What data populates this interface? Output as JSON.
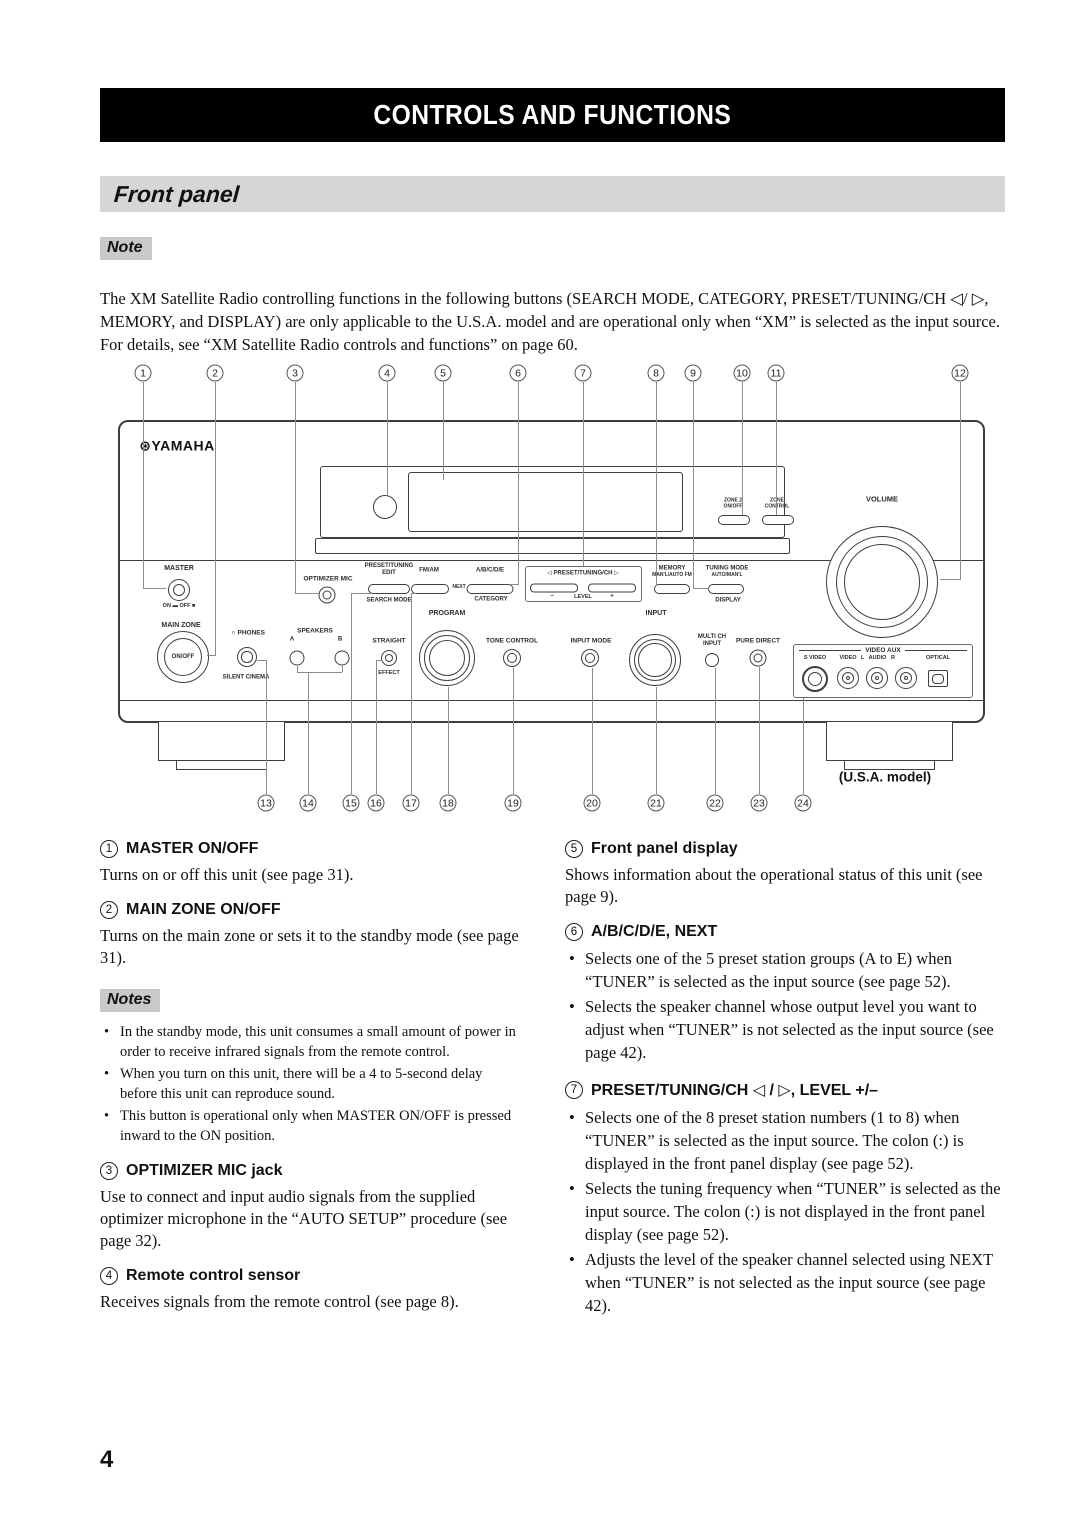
{
  "page": {
    "banner_title": "CONTROLS AND FUNCTIONS",
    "section_title": "Front panel",
    "note": {
      "label": "Note",
      "text": "The XM Satellite Radio controlling functions in the following buttons (SEARCH MODE, CATEGORY, PRESET/TUNING/CH ◁/ ▷, MEMORY, and DISPLAY) are only applicable to the U.S.A. model and are operational only when “XM” is selected as the input source. For details, see “XM Satellite Radio controls and functions” on page 60."
    },
    "page_number": "4"
  },
  "diagram": {
    "brand_mark": "⊛",
    "brand": "YAMAHA",
    "usa_model": "(U.S.A. model)",
    "callouts_top": [
      "1",
      "2",
      "3",
      "4",
      "5",
      "6",
      "7",
      "8",
      "9",
      "10",
      "11",
      "12"
    ],
    "callouts_bottom": [
      "13",
      "14",
      "15",
      "16",
      "17",
      "18",
      "19",
      "20",
      "21",
      "22",
      "23",
      "24"
    ],
    "labels": {
      "master": "MASTER",
      "master_onoff": "ON ▬ OFF ■",
      "main_zone": "MAIN ZONE",
      "main_zone_onoff": "ON/OFF",
      "optimizer_mic": "OPTIMIZER MIC",
      "preset_tuning": "PRESET/TUNING",
      "edit": "EDIT",
      "search_mode": "SEARCH MODE",
      "fm_am": "FM/AM",
      "next": "NEXT",
      "abcde": "A/B/C/D/E",
      "category": "CATEGORY",
      "preset_tuning_ch": "◁ PRESET/TUNING/CH ▷",
      "minus": "−",
      "level": "LEVEL",
      "plus": "+",
      "memory": "MEMORY",
      "memory_sub": "MAN'L/AUTO FM",
      "tuning_mode": "TUNING MODE",
      "tuning_mode_sub": "AUTO/MAN'L",
      "display": "DISPLAY",
      "zone2_line1": "ZONE 2",
      "zone2_line2": "ON/OFF",
      "zone_control_line1": "ZONE",
      "zone_control_line2": "CONTROL",
      "volume": "VOLUME",
      "phones_icon": "∩",
      "phones": "PHONES",
      "silent_cinema": "SILENT CINEMA",
      "speakers": "SPEAKERS",
      "speaker_a": "A",
      "speaker_b": "B",
      "straight": "STRAIGHT",
      "effect": "EFFECT",
      "program": "PROGRAM",
      "tone_control": "TONE CONTROL",
      "input_mode": "INPUT MODE",
      "input": "INPUT",
      "multi_ch_line1": "MULTI CH",
      "multi_ch_line2": "INPUT",
      "pure_direct": "PURE DIRECT",
      "video_aux": "VIDEO AUX",
      "s_video": "S VIDEO",
      "video": "VIDEO",
      "audio_lr": "L   AUDIO   R",
      "optical": "OPTICAL"
    }
  },
  "columns": {
    "left": {
      "s1": {
        "num": "1",
        "title": "MASTER ON/OFF",
        "body": "Turns on or off this unit (see page 31)."
      },
      "s2": {
        "num": "2",
        "title": "MAIN ZONE ON/OFF",
        "body": "Turns on the main zone or sets it to the standby mode (see page 31)."
      },
      "notes": {
        "label": "Notes",
        "bullets": [
          "In the standby mode, this unit consumes a small amount of power in order to receive infrared signals from the remote control.",
          "When you turn on this unit, there will be a 4 to 5-second delay before this unit can reproduce sound.",
          "This button is operational only when MASTER ON/OFF is pressed inward to the ON position."
        ]
      },
      "s3": {
        "num": "3",
        "title": "OPTIMIZER MIC jack",
        "body": "Use to connect and input audio signals from the supplied optimizer microphone in the “AUTO SETUP” procedure (see page 32)."
      },
      "s4": {
        "num": "4",
        "title": "Remote control sensor",
        "body": "Receives signals from the remote control (see page 8)."
      }
    },
    "right": {
      "s5": {
        "num": "5",
        "title": "Front panel display",
        "body": "Shows information about the operational status of this unit (see page 9)."
      },
      "s6": {
        "num": "6",
        "title": "A/B/C/D/E, NEXT",
        "bullets": [
          "Selects one of the 5 preset station groups (A to E) when “TUNER” is selected as the input source (see page 52).",
          "Selects the speaker channel whose output level you want to adjust when “TUNER” is not selected as the input source (see page 42)."
        ]
      },
      "s7": {
        "num": "7",
        "title": "PRESET/TUNING/CH ◁ / ▷, LEVEL +/–",
        "bullets": [
          "Selects one of the 8 preset station numbers (1 to 8) when “TUNER” is selected as the input source. The colon (:) is displayed in the front panel display (see page 52).",
          "Selects the tuning frequency when “TUNER” is selected as the input source. The colon (:) is not displayed in the front panel display (see page 52).",
          "Adjusts the level of the speaker channel selected using NEXT when “TUNER” is not selected as the input source (see page 42)."
        ]
      }
    }
  }
}
